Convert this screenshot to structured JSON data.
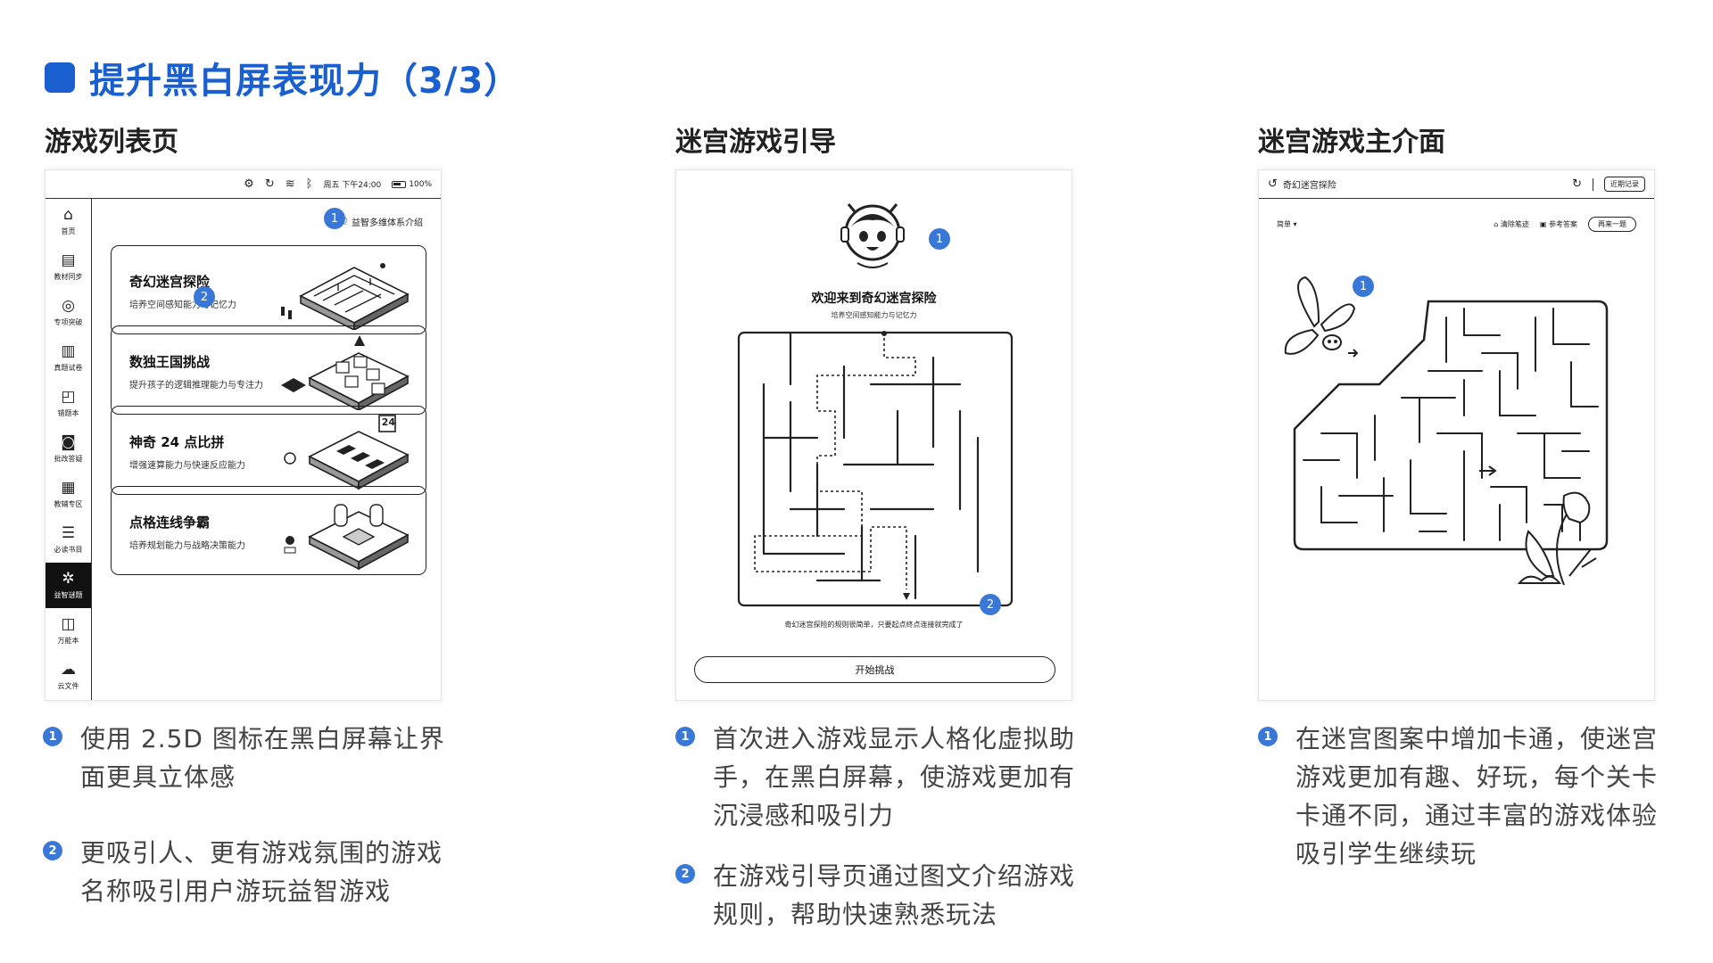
{
  "page_title": "提升黑白屏表现力（3/3）",
  "columns": [
    {
      "heading": "游戏列表页",
      "notes": [
        {
          "num": "1",
          "text": "使用 2.5D 图标在黑白屏幕让界面更具立体感"
        },
        {
          "num": "2",
          "text": "更吸引人、更有游戏氛围的游戏名称吸引用户游玩益智游戏"
        }
      ]
    },
    {
      "heading": "迷宫游戏引导",
      "notes": [
        {
          "num": "1",
          "text": "首次进入游戏显示人格化虚拟助手，在黑白屏幕，使游戏更加有沉浸感和吸引力"
        },
        {
          "num": "2",
          "text": "在游戏引导页通过图文介绍游戏规则，帮助快速熟悉玩法"
        }
      ]
    },
    {
      "heading": "迷宫游戏主介面",
      "notes": [
        {
          "num": "1",
          "text": "在迷宫图案中增加卡通，使迷宫游戏更加有趣、好玩，每个关卡卡通不同，通过丰富的游戏体验吸引学生继续玩"
        }
      ]
    }
  ],
  "screen1": {
    "status": {
      "time": "周五 下午24:00",
      "battery": "100%"
    },
    "sidebar": [
      {
        "label": "首页",
        "icon": "home-icon",
        "glyph": "⌂",
        "active": false
      },
      {
        "label": "教材同步",
        "icon": "book-sync-icon",
        "glyph": "▤",
        "active": false
      },
      {
        "label": "专项突破",
        "icon": "target-icon",
        "glyph": "◎",
        "active": false
      },
      {
        "label": "真题试卷",
        "icon": "paper-icon",
        "glyph": "▥",
        "active": false
      },
      {
        "label": "错题本",
        "icon": "notebook-icon",
        "glyph": "◰",
        "active": false
      },
      {
        "label": "批改答疑",
        "icon": "camera-icon",
        "glyph": "◙",
        "active": false
      },
      {
        "label": "教辅专区",
        "icon": "books-icon",
        "glyph": "▦",
        "active": false
      },
      {
        "label": "必读书目",
        "icon": "reading-icon",
        "glyph": "☰",
        "active": false
      },
      {
        "label": "益智谜题",
        "icon": "puzzle-icon",
        "glyph": "✲",
        "active": true
      },
      {
        "label": "万能本",
        "icon": "universal-book-icon",
        "glyph": "◫",
        "active": false
      },
      {
        "label": "云文件",
        "icon": "cloud-file-icon",
        "glyph": "☁",
        "active": false
      }
    ],
    "intro_link": "益智多维体系介绍",
    "games": [
      {
        "title": "奇幻迷宫探险",
        "desc": "培养空间感知能力与记忆力"
      },
      {
        "title": "数独王国挑战",
        "desc": "提升孩子的逻辑推理能力与专注力"
      },
      {
        "title": "神奇 24 点比拼",
        "desc": "增强速算能力与快速反应能力"
      },
      {
        "title": "点格连线争霸",
        "desc": "培养规划能力与战略决策能力"
      }
    ],
    "card_badge_24": "24",
    "markers": [
      "1",
      "2"
    ]
  },
  "screen2": {
    "welcome": "欢迎来到奇幻迷宫探险",
    "subtitle": "培养空间感知能力与记忆力",
    "rule": "奇幻迷宫探险的规则很简单，只要起点终点连接就完成了",
    "start_button": "开始挑战",
    "markers": [
      "1",
      "2"
    ]
  },
  "screen3": {
    "title": "奇幻迷宫探险",
    "history_button": "近期记录",
    "level": "简单",
    "clear_button": "清除笔迹",
    "answer_button": "参考答案",
    "next_button": "再来一题",
    "markers": [
      "1"
    ]
  }
}
